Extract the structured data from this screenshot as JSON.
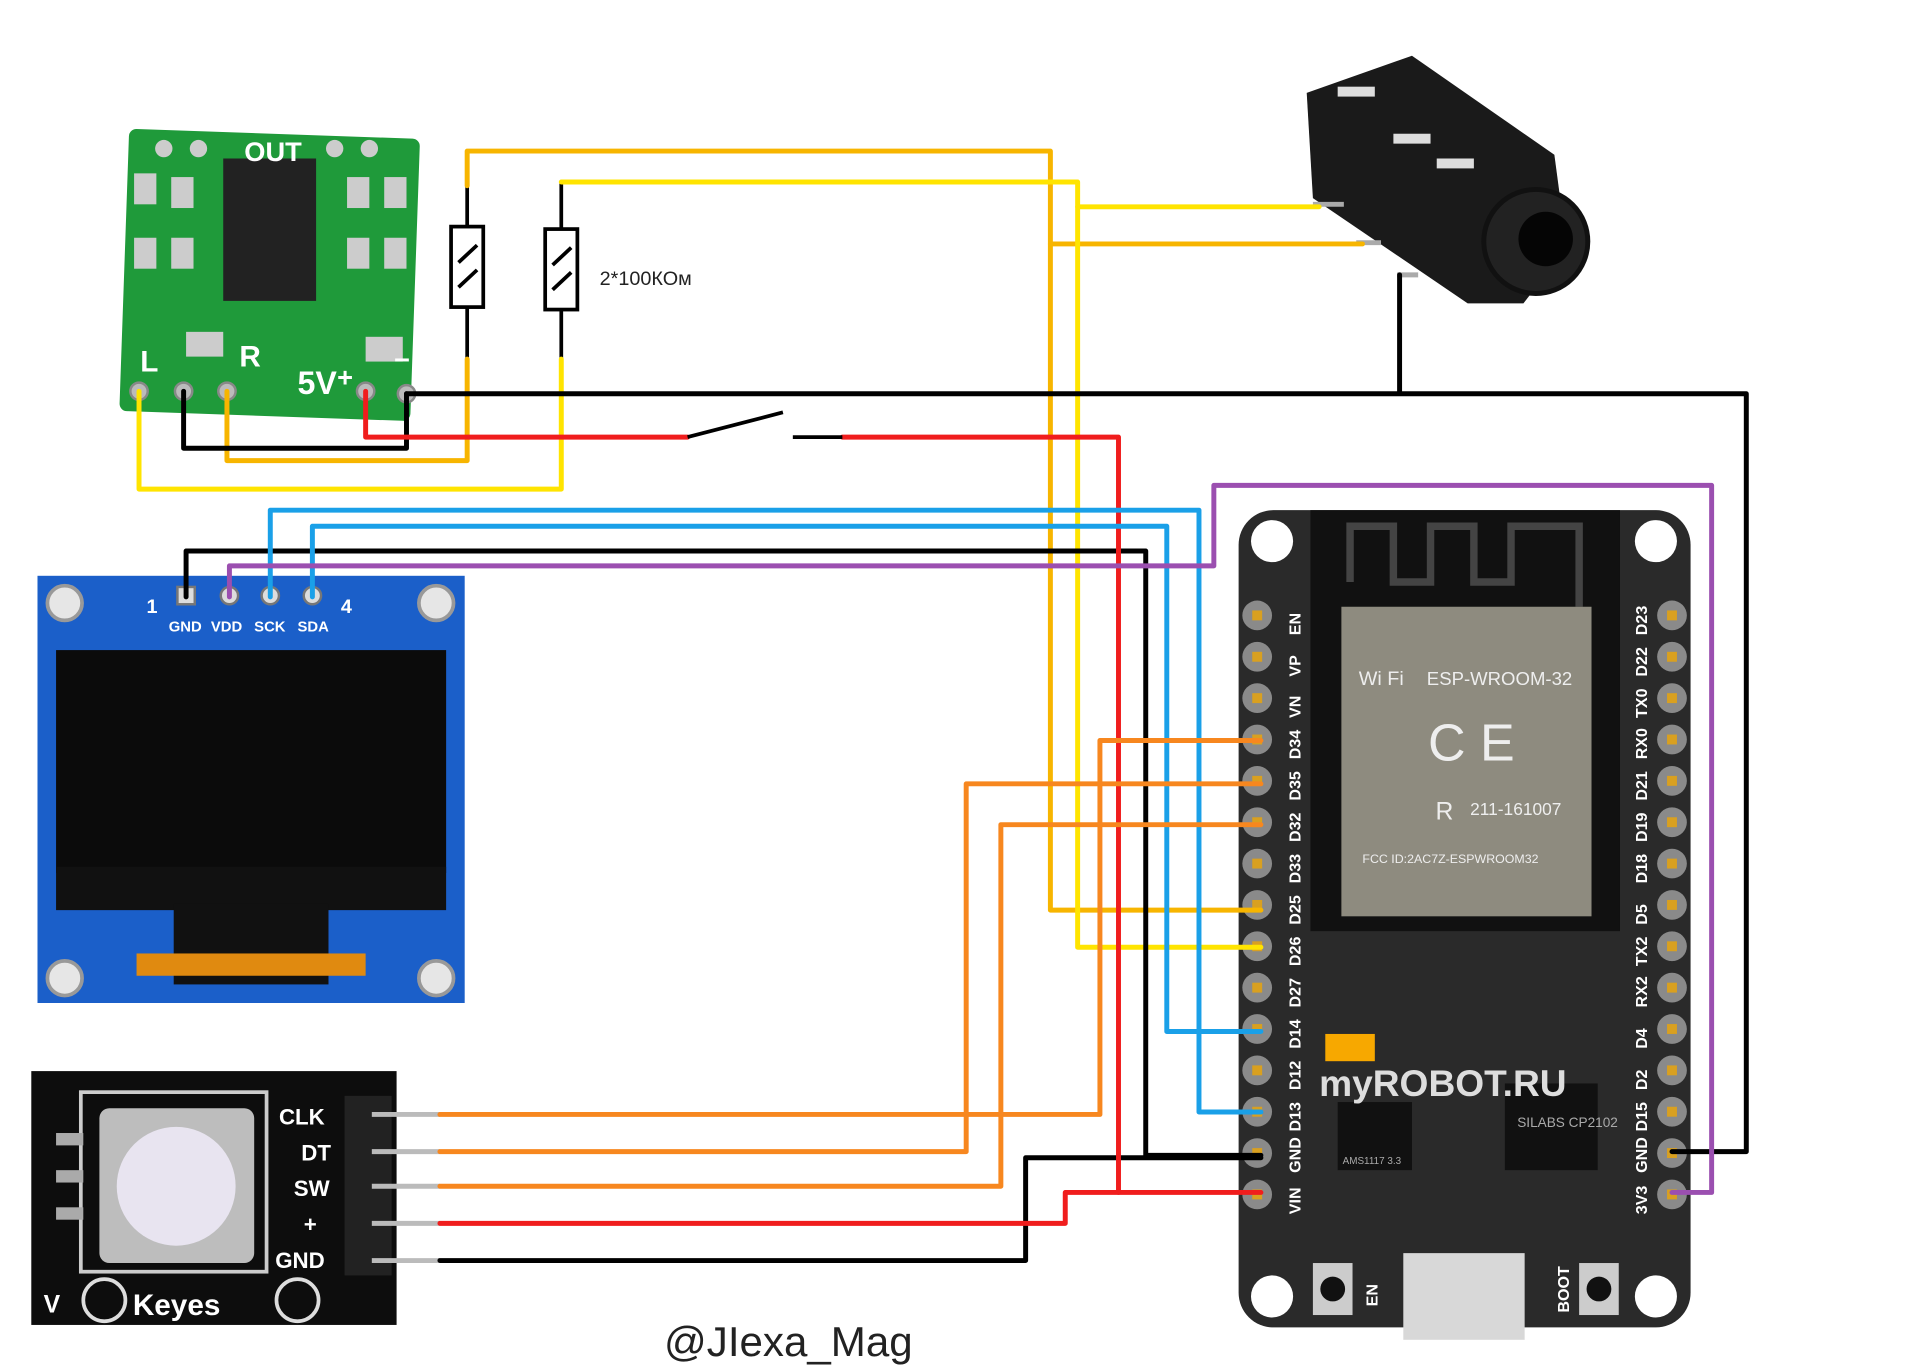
{
  "amplifier": {
    "out_label": "OUT",
    "left_label": "L",
    "right_label": "R",
    "power_label": "5V",
    "plus": "+",
    "minus": "−",
    "color": "#1f9a3a"
  },
  "resistors": {
    "label": "2*100КОм"
  },
  "oled": {
    "pin1": "1",
    "pin4": "4",
    "pins": [
      "GND",
      "VDD",
      "SCK",
      "SDA"
    ],
    "color": "#1b5fc9"
  },
  "encoder": {
    "pins": [
      "CLK",
      "DT",
      "SW",
      "+",
      "GND"
    ],
    "brand": "Keyes",
    "mark": "V"
  },
  "esp32": {
    "module": "ESP-WROOM-32",
    "wifi": "Wi Fi",
    "ce": "C E",
    "cert": "211-161007",
    "r": "R",
    "fcc": "FCC ID:2AC7Z-ESPWROOM32",
    "brand": "myROBOT.RU",
    "usb_chip": "SILABS CP2102",
    "regulator": "AMS1117 3.3",
    "en_button": "EN",
    "boot_button": "BOOT",
    "left_pins": [
      "EN",
      "VP",
      "VN",
      "D34",
      "D35",
      "D32",
      "D33",
      "D25",
      "D26",
      "D27",
      "D14",
      "D12",
      "D13",
      "GND",
      "VIN"
    ],
    "right_pins": [
      "D23",
      "D22",
      "TX0",
      "RX0",
      "D21",
      "D19",
      "D18",
      "D5",
      "TX2",
      "RX2",
      "D4",
      "D2",
      "D15",
      "GND",
      "3V3"
    ]
  },
  "wire_colors": {
    "gold": "#f7b500",
    "yellow": "#ffe400",
    "black": "#000000",
    "red": "#f01d1d",
    "blue": "#1aa0e8",
    "purple": "#9b4fb0",
    "orange": "#f7871f"
  },
  "credit": "@JIexa_Mag"
}
